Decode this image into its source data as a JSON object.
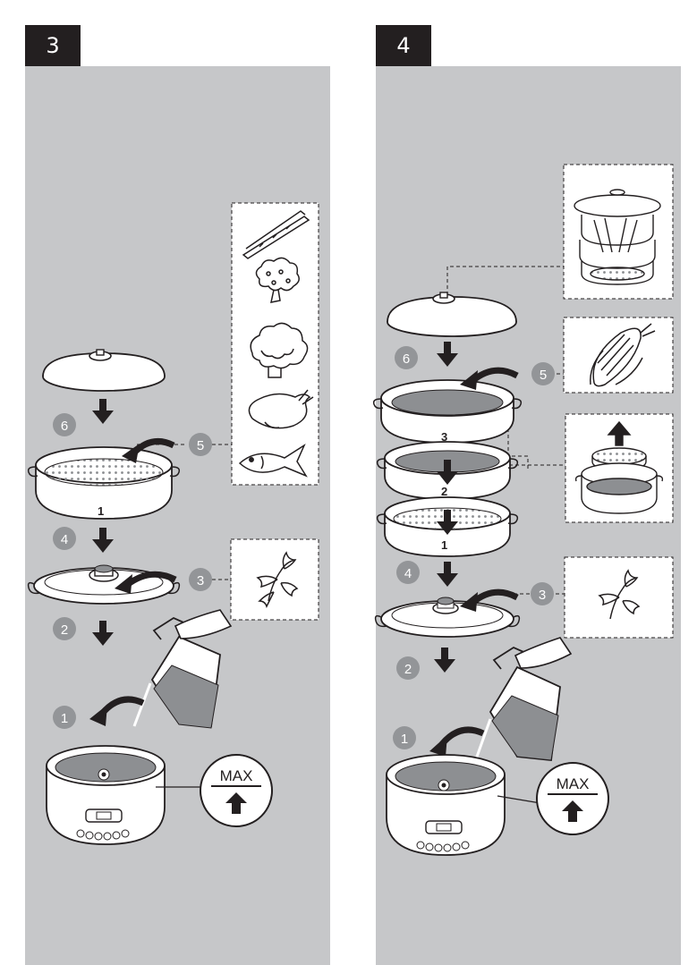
{
  "panels": [
    {
      "page_number": "3",
      "step_labels": [
        "1",
        "2",
        "3",
        "4",
        "5",
        "6"
      ],
      "tier_labels": [
        "1"
      ],
      "max_label": "MAX",
      "food_icons": [
        "asparagus-icon",
        "broccoli-icon",
        "cauliflower-icon",
        "chicken-icon",
        "fish-icon"
      ],
      "herb_icon": "herbs-icon"
    },
    {
      "page_number": "4",
      "step_labels": [
        "1",
        "2",
        "3",
        "4",
        "5",
        "6"
      ],
      "tier_labels": [
        "1",
        "2",
        "3"
      ],
      "max_label": "MAX",
      "food_icons": [
        "corn-icon"
      ],
      "herb_icon": "herbs-icon"
    }
  ],
  "colors": {
    "panel": "#c6c7c9",
    "tab": "#231f20",
    "badge": "#939598",
    "water": "#8d8f92",
    "line": "#231f20"
  }
}
